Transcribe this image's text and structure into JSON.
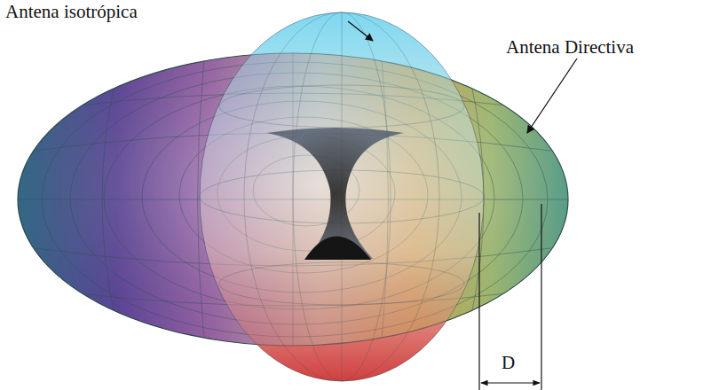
{
  "diagram": {
    "labels": [
      "Antena isotrópica",
      "Antena Directiva",
      "D"
    ]
  }
}
